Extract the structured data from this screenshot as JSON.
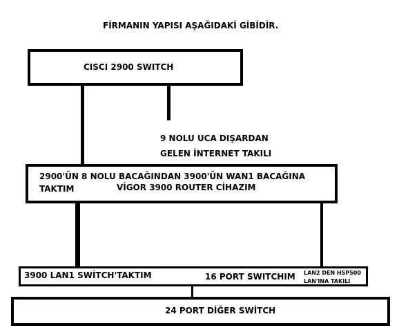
{
  "title": "FİRMANIN YAPISI AŞAĞIDAKİ GİBİDİR.",
  "boxes": {
    "cisco": {
      "label": "CISCI 2900 SWITCH"
    },
    "router": {
      "line1": "2900'ÜN 8 NOLU BACAĞINDAN 3900'ÜN WAN1 BACAĞINA",
      "line2": "TAKTIM",
      "label": "VİGOR 3900 ROUTER CİHAZIM"
    },
    "switch16": {
      "left": "3900 LAN1 SWİTCH'TAKTIM",
      "center": "16 PORT SWITCHIM",
      "right_line1": "LAN2 DEN HSP500",
      "right_line2": "LAN'INA TAKILI"
    },
    "switch24": {
      "label": "24 PORT DİĞER SWİTCH"
    }
  },
  "annotations": {
    "internet_line1": "9 NOLU UCA DIŞARDAN",
    "internet_line2": "GELEN İNTERNET TAKILI"
  }
}
